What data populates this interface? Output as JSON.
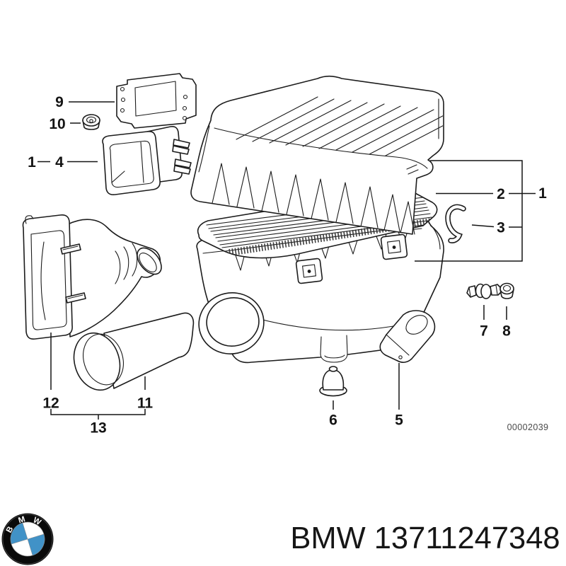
{
  "colors": {
    "line": "#1c1c1c",
    "label": "#141414",
    "logo_blue": "#4192c7",
    "drawing_number_gray": "#4a4a4a"
  },
  "diagram": {
    "drawing_number": "00002039",
    "callouts": {
      "c9": "9",
      "c10": "10",
      "c1a": "1",
      "c4": "4",
      "c2": "2",
      "c1b": "1",
      "c3": "3",
      "c7": "7",
      "c8": "8",
      "c6": "6",
      "c5": "5",
      "c12": "12",
      "c11": "11",
      "c13": "13"
    }
  },
  "footer": {
    "part_title": "BMW 13711247348",
    "logo": {
      "name": "bmw-roundel",
      "letters": [
        "B",
        "M",
        "W"
      ]
    }
  }
}
